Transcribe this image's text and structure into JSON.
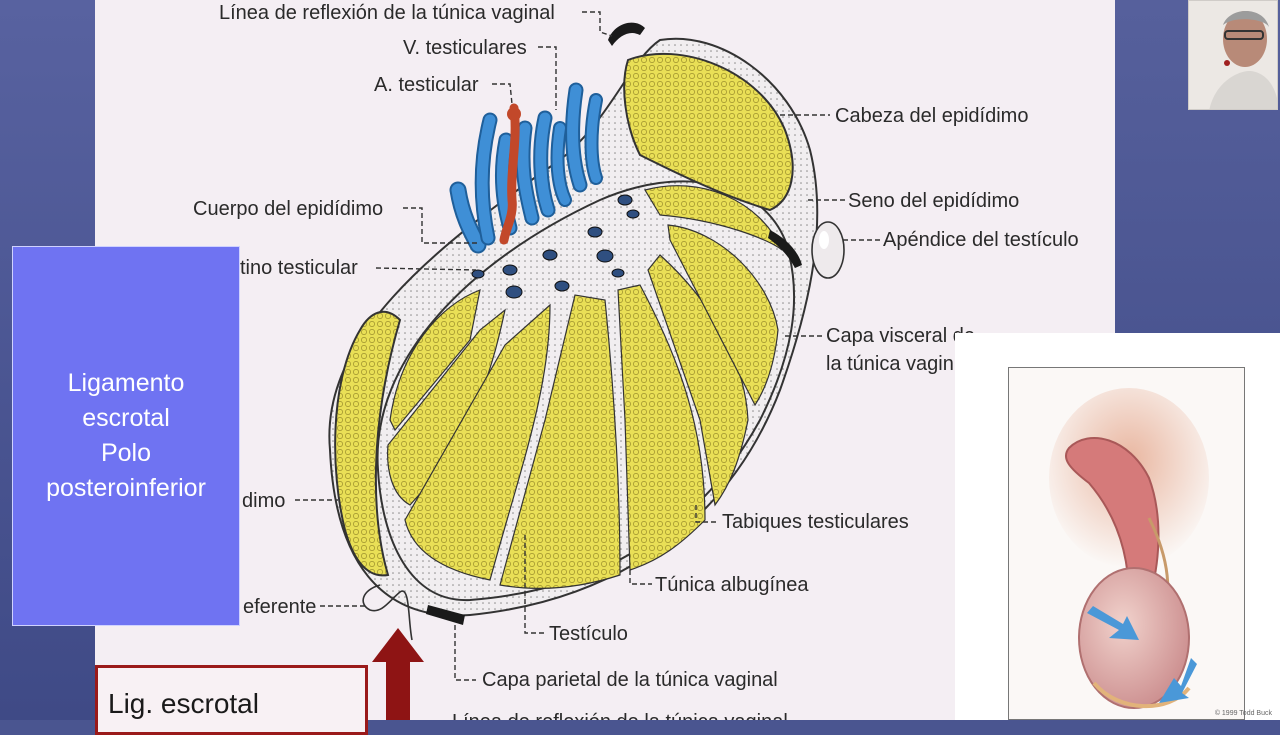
{
  "labels": {
    "linea_reflexion": "Línea de reflexión de la túnica vaginal",
    "v_testiculares": "V. testiculares",
    "a_testicular": "A. testicular",
    "cabeza_epididimo": "Cabeza del epidídimo",
    "cuerpo_epididimo": "Cuerpo del epidídimo",
    "seno_epididimo": "Seno del epidídimo",
    "apendice_testiculo": "Apéndice del testículo",
    "mediastino": "tino testicular",
    "capa_visceral_1": "Capa visceral de",
    "capa_visceral_2": "la túnica vagin",
    "tabiques": "Tabiques testiculares",
    "epididimo_cola": "dimo",
    "tunica_albuginea": "Túnica albugínea",
    "deferente": "eferente",
    "testiculo": "Testículo",
    "capa_parietal": "Capa parietal de la túnica vaginal",
    "bottom_cut": "Línea de reflexión de la túnica vaginal"
  },
  "blue_box": {
    "text": "Ligamento\nescrotal\nPolo\nposteroinferior"
  },
  "red_box": {
    "text": "Lig.  escrotal"
  },
  "inset": {
    "credit": "© 1999 Todd Buck"
  },
  "colors": {
    "slide_bg": "#f4eef3",
    "side_bg": "#4a5590",
    "blue_box": "#6f73f2",
    "lobule_yellow": "#e9df56",
    "vein_blue": "#3f8fd6",
    "artery_red": "#c2482a",
    "arrow_red": "#8e1414"
  }
}
